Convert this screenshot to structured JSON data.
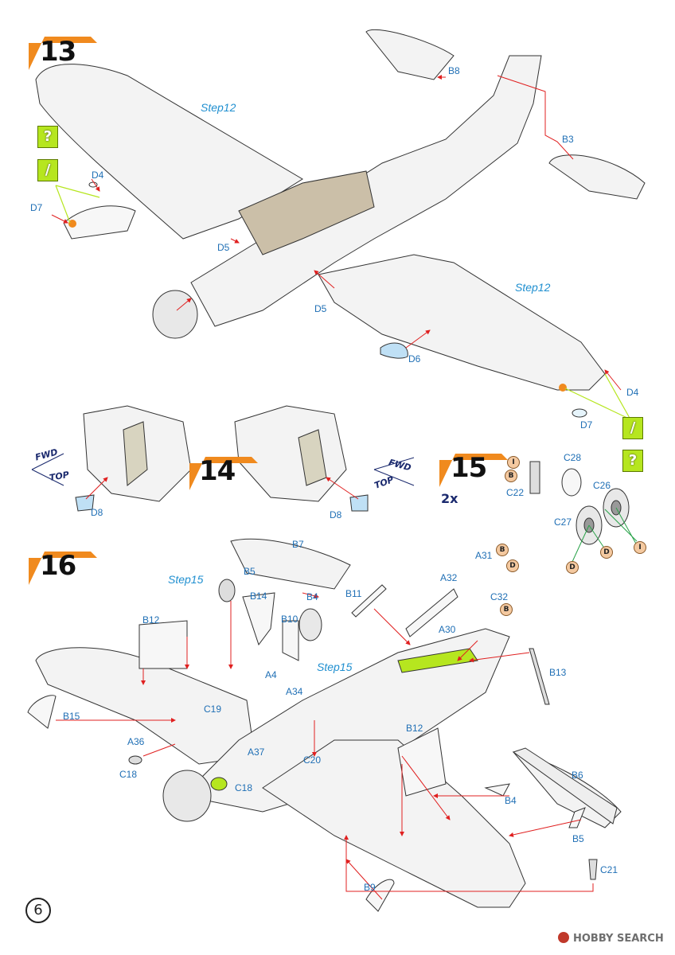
{
  "steps": {
    "s13": "13",
    "s14": "14",
    "s15": "15",
    "s16": "16"
  },
  "multiplier": "2x",
  "step_refs": {
    "wing_left": "Step12",
    "wing_right": "Step12",
    "wheel_left": "Step15",
    "wheel_right": "Step15"
  },
  "orient": {
    "fwd_left": "FWD",
    "top_left": "TOP",
    "fwd_right": "FWD",
    "top_right": "TOP"
  },
  "icons": {
    "question_top": "?",
    "question_bottom": "?",
    "paint_top": "/",
    "paint_bottom": "/"
  },
  "parts": {
    "b8": "B8",
    "b3": "B3",
    "d4a": "D4",
    "d7a": "D7",
    "d5a": "D5",
    "d5b": "D5",
    "d6": "D6",
    "d4b": "D4",
    "d7b": "D7",
    "d8a": "D8",
    "d8b": "D8",
    "c28": "C28",
    "c22": "C22",
    "c26": "C26",
    "c27": "C27",
    "b7": "B7",
    "b5a": "B5",
    "b4a": "B4",
    "b14": "B14",
    "b10": "B10",
    "b11": "B11",
    "a31": "A31",
    "a32": "A32",
    "c32": "C32",
    "a30": "A30",
    "b12a": "B12",
    "a4": "A4",
    "a34": "A34",
    "b13": "B13",
    "c19": "C19",
    "b15": "B15",
    "a36": "A36",
    "c18a": "C18",
    "a37": "A37",
    "c20": "C20",
    "c18b": "C18",
    "b12b": "B12",
    "b6": "B6",
    "b4b": "B4",
    "b5b": "B5",
    "c21": "C21",
    "b9": "B9"
  },
  "color_badges": {
    "i1": "I",
    "b1": "B",
    "d1": "D",
    "i2": "I",
    "d2": "D",
    "b2": "B",
    "d3": "D",
    "b3": "B"
  },
  "page_number": "6",
  "watermark": "HOBBY SEARCH",
  "colors": {
    "step_badge": "#f08a1e",
    "label": "#1f6fb5",
    "arrow": "#e02020",
    "icon_green": "#b6e61f",
    "guide_green": "#2aa34a"
  }
}
